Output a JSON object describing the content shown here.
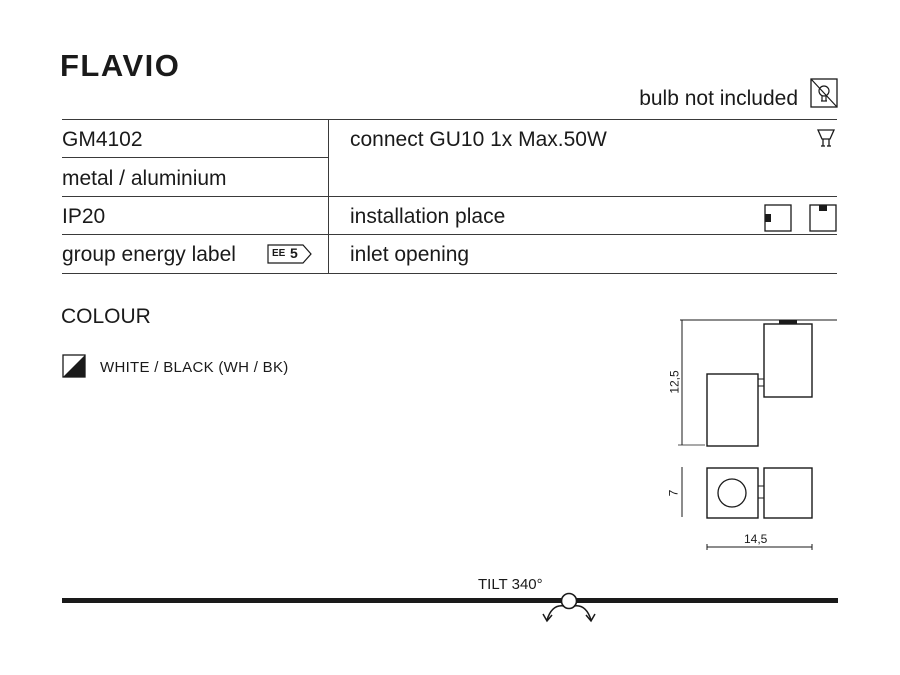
{
  "product": {
    "name": "FLAVIO",
    "bulb_note": "bulb not included"
  },
  "specs": {
    "code": "GM4102",
    "material": "metal / aluminium",
    "ip": "IP20",
    "energy_label": "group energy label",
    "energy_badge_prefix": "EE",
    "energy_badge_value": "5",
    "connection": "connect GU10 1x Max.50W",
    "installation": "installation place",
    "inlet": "inlet opening"
  },
  "colour": {
    "title": "COLOUR",
    "items": [
      "WHITE / BLACK (WH / BK)"
    ]
  },
  "dimensions": {
    "height": "12,5",
    "depth": "7",
    "width": "14,5"
  },
  "tilt": {
    "label": "TILT 340°"
  },
  "icons": {
    "bulb_not_included": "crossed-bulb-icon",
    "socket": "gu10-bulb-icon",
    "wall_mount": "wall-mount-icon",
    "ceiling_mount": "ceiling-mount-icon",
    "colour_swatch": "white-black-swatch-icon",
    "rotation": "rotation-arrows-icon"
  }
}
